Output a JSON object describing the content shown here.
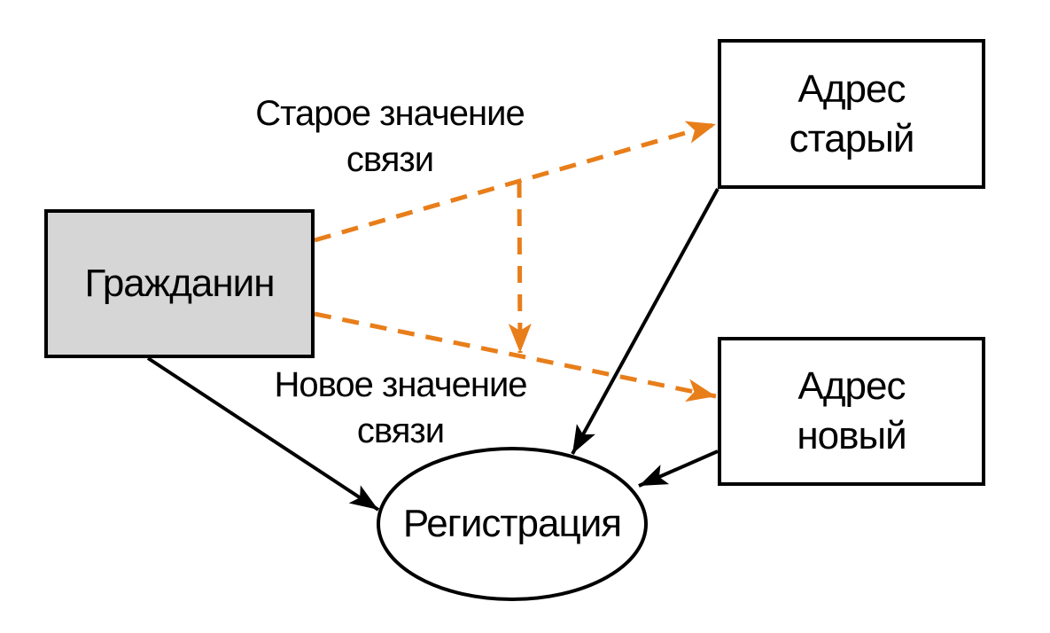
{
  "diagram": {
    "nodes": {
      "citizen": {
        "label": "Гражданин"
      },
      "address_old": {
        "line1": "Адрес",
        "line2": "старый"
      },
      "address_new": {
        "line1": "Адрес",
        "line2": "новый"
      },
      "registration": {
        "label": "Регистрация"
      }
    },
    "edge_labels": {
      "old_link": {
        "line1": "Старое значение",
        "line2": "связи"
      },
      "new_link": {
        "line1": "Новое значение",
        "line2": "связи"
      }
    },
    "colors": {
      "outline": "#000000",
      "citizen_fill": "#d6d6d6",
      "node_fill": "#ffffff",
      "dashed_arrow_orange": "#e87e1a",
      "solid_arrow_black": "#000000"
    }
  }
}
